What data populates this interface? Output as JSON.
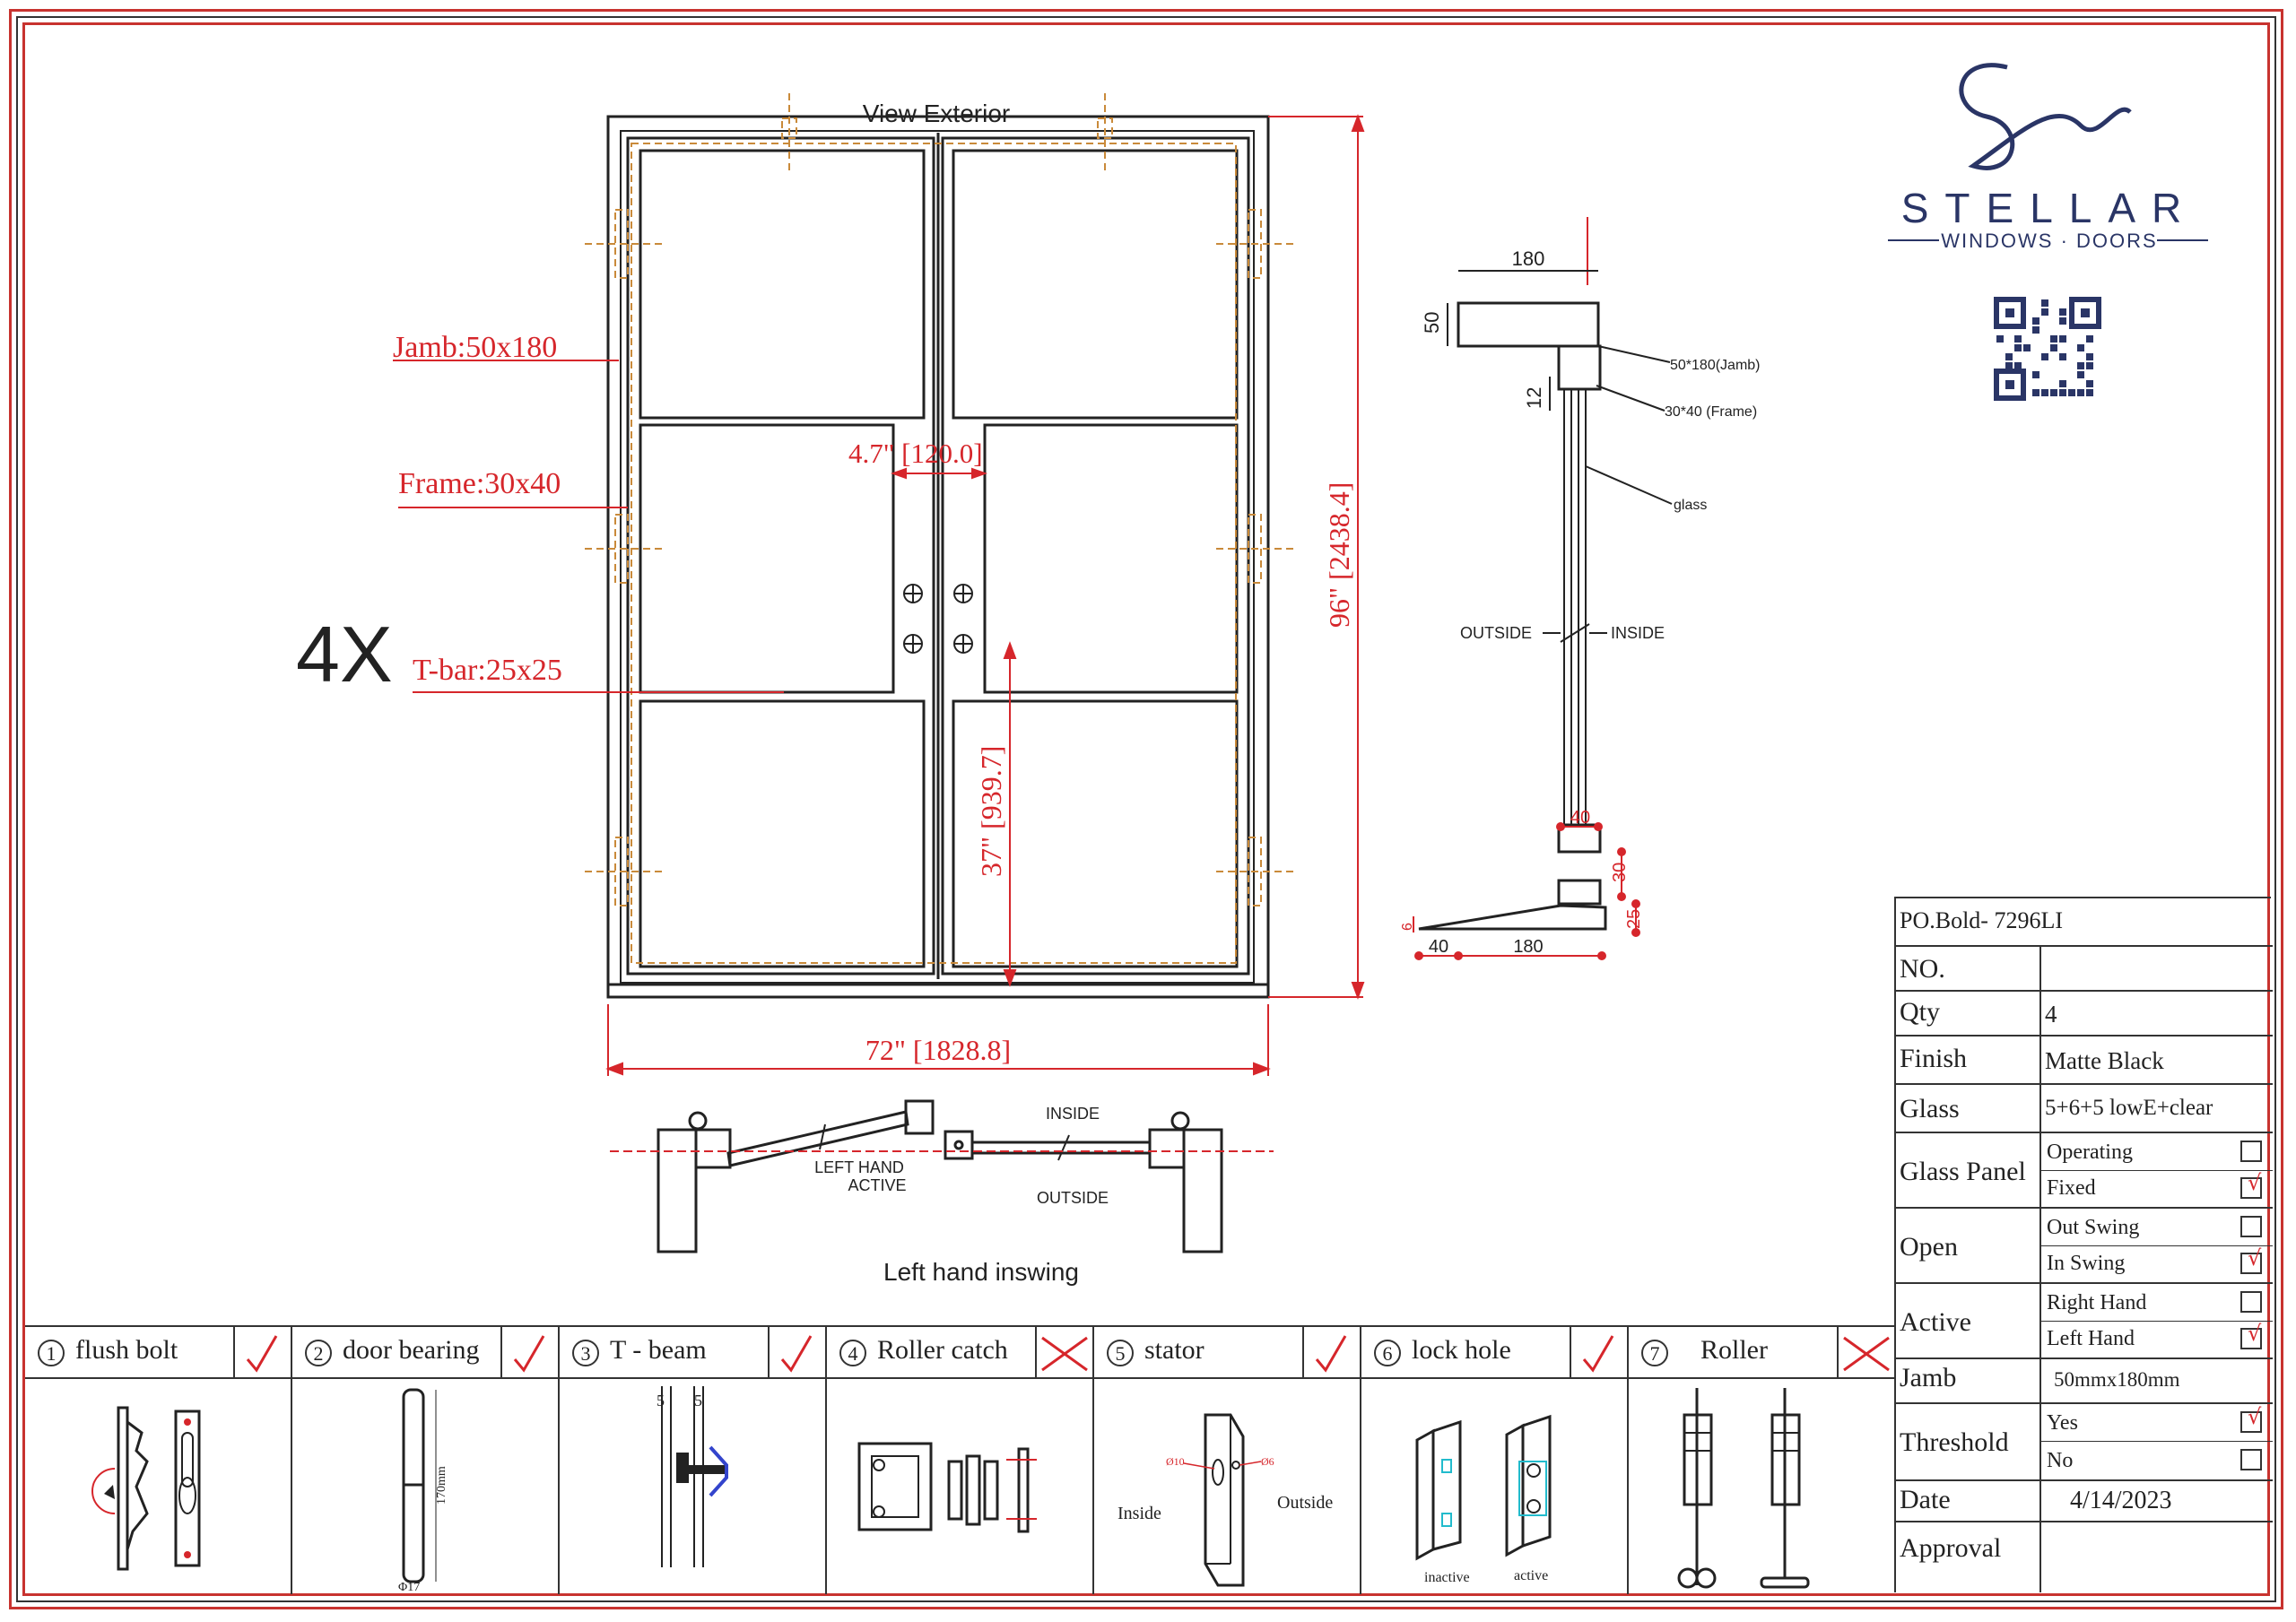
{
  "brand": {
    "name": "STELLAR",
    "tagline": "WINDOWS · DOORS"
  },
  "quantity_mark": "4X",
  "elevation": {
    "title": "View Exterior",
    "jamb_label": "Jamb:50x180",
    "frame_label": "Frame:30x40",
    "tbar_label": "T-bar:25x25",
    "dim_gap": "4.7\" [120.0]",
    "dim_height": "96\" [2438.4]",
    "dim_handle": "37\" [939.7]",
    "dim_width": "72\" [1828.8]"
  },
  "section": {
    "dim_180_top": "180",
    "dim_50": "50",
    "dim_12": "12",
    "jamb_note": "50*180(Jamb)",
    "frame_note": "30*40  (Frame)",
    "glass_note": "glass",
    "outside": "OUTSIDE",
    "inside": "INSIDE",
    "dim_40_top": "40",
    "dim_30": "30",
    "dim_25": "25",
    "dim_6": "6",
    "dim_40_bottom": "40",
    "dim_180_bottom": "180"
  },
  "plan": {
    "left_hand": "LEFT HAND",
    "active": "ACTIVE",
    "inside": "INSIDE",
    "outside": "OUTSIDE",
    "caption": "Left hand inswing"
  },
  "spec": {
    "po": "PO.Bold- 7296LI",
    "no_label": "NO.",
    "no_value": "",
    "qty_label": "Qty",
    "qty_value": "4",
    "finish_label": "Finish",
    "finish_value": "Matte Black",
    "glass_label": "Glass",
    "glass_value": "5+6+5  lowE+clear",
    "panel_label": "Glass Panel",
    "panel_opt1": "Operating",
    "panel_opt2": "Fixed",
    "open_label": "Open",
    "open_opt1": "Out Swing",
    "open_opt2": "In Swing",
    "active_label": "Active",
    "active_opt1": "Right Hand",
    "active_opt2": "Left Hand",
    "jamb_label": "Jamb",
    "jamb_value": "50mmx180mm",
    "threshold_label": "Threshold",
    "threshold_opt1": "Yes",
    "threshold_opt2": "No",
    "date_label": "Date",
    "date_value": "4/14/2023",
    "approval_label": "Approval",
    "checked": [
      "panel_opt2",
      "open_opt2",
      "active_opt2",
      "threshold_opt1"
    ]
  },
  "hardware": [
    {
      "num": "1",
      "label": "flush bolt",
      "included": true
    },
    {
      "num": "2",
      "label": "door bearing",
      "included": true
    },
    {
      "num": "3",
      "label": "T - beam",
      "included": true
    },
    {
      "num": "4",
      "label": "Roller catch",
      "included": false
    },
    {
      "num": "5",
      "label": "stator",
      "included": true
    },
    {
      "num": "6",
      "label": "lock hole",
      "included": true
    },
    {
      "num": "7",
      "label": "Roller",
      "included": false
    }
  ],
  "hardware_notes": {
    "bearing_len": "170mm",
    "bearing_dia": "Φ17",
    "tbeam_5a": "5",
    "tbeam_5b": "5",
    "stator_inside": "Inside",
    "stator_outside": "Outside",
    "stator_d10": "Ø10",
    "stator_d6": "Ø6",
    "lock_inactive": "inactive",
    "lock_active": "active"
  },
  "colors": {
    "dimension_red": "#d6262b",
    "line": "#222222",
    "hardware_dash": "#c98a3a",
    "brand_navy": "#2a3566"
  }
}
